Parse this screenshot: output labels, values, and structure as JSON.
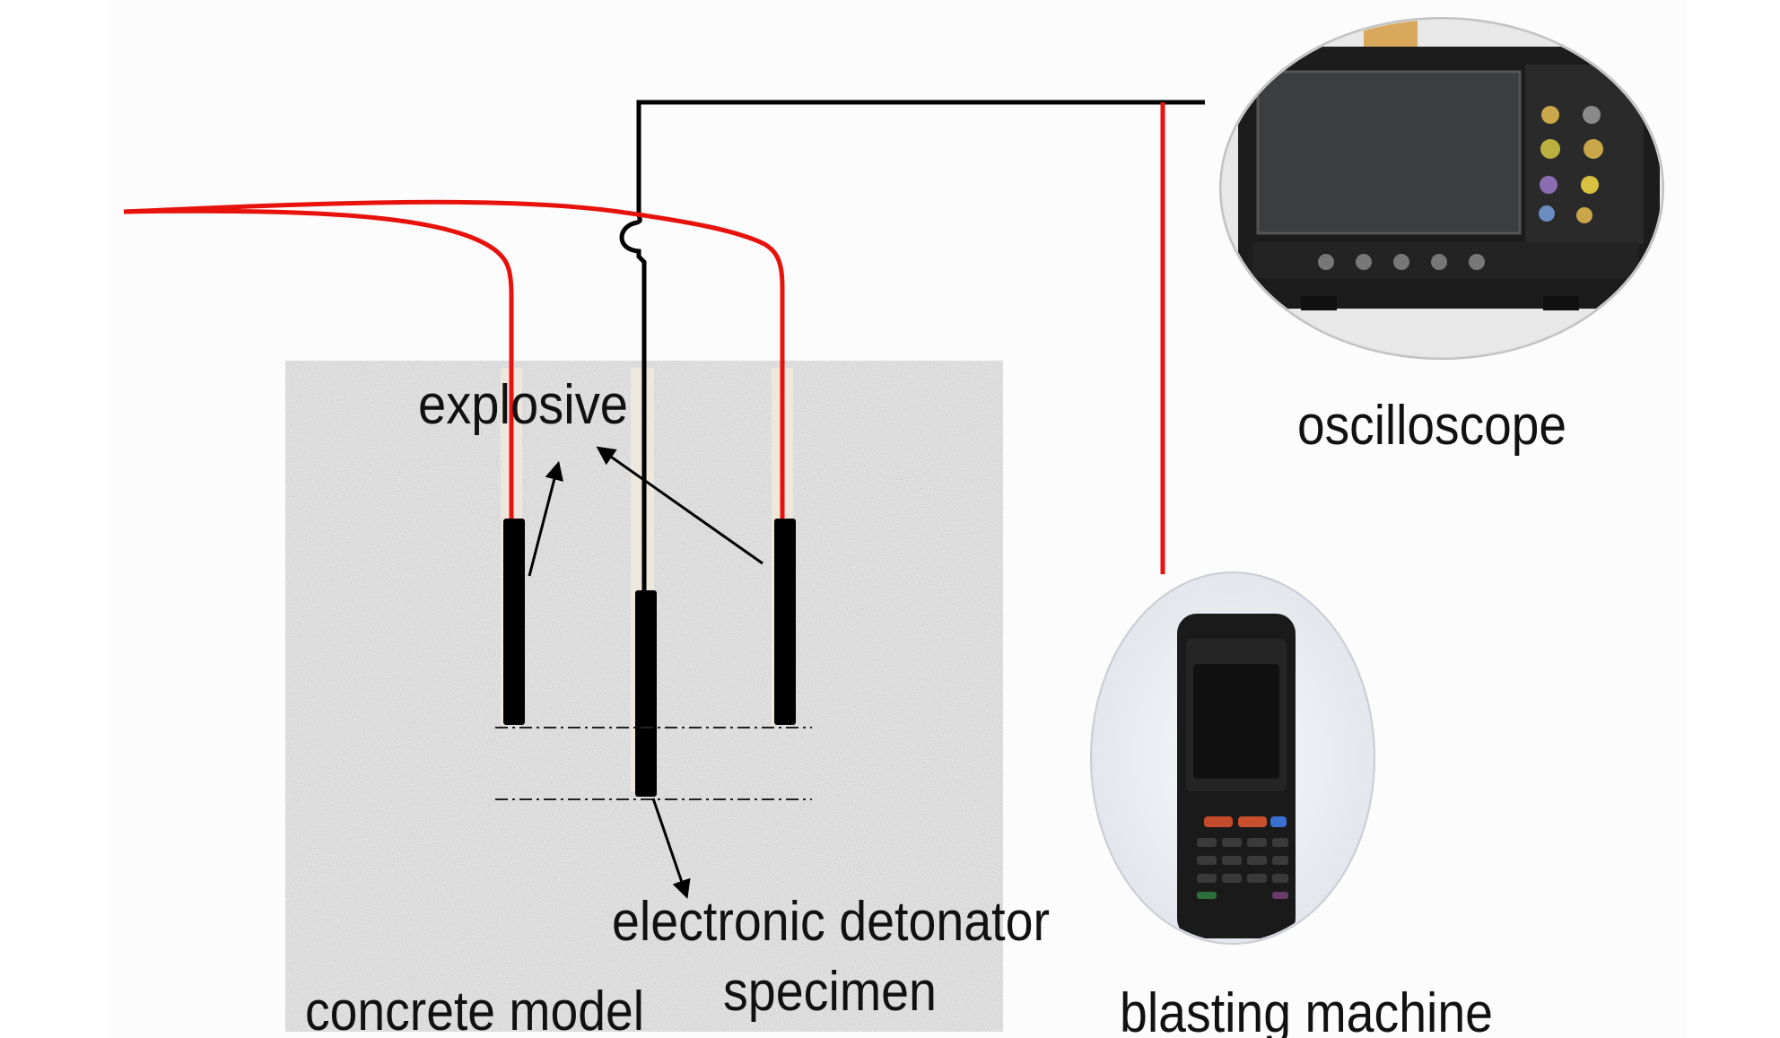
{
  "labels": {
    "explosive": "explosive",
    "oscilloscope": "oscilloscope",
    "electronic_detonator": "electronic detonator",
    "specimen": "specimen",
    "concrete_model": "concrete model",
    "blasting_machine": "blasting machine"
  },
  "colors": {
    "wire_red": "#e8120c",
    "wire_black": "#000000",
    "charge": "#000000",
    "concrete": "#e6e6e6",
    "device_frame": "#1c1c1c",
    "screen": "#3c3d3f",
    "oval_bg": "#eef0f4"
  },
  "icons": {
    "oscilloscope_photo": "oscilloscope-icon",
    "blasting_machine_photo": "handheld-blasting-machine-icon"
  }
}
